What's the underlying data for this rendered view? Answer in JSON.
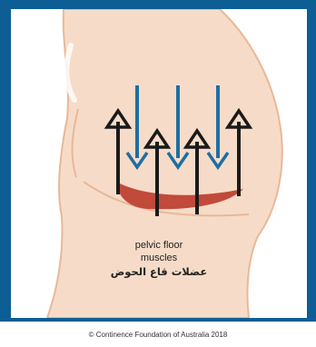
{
  "diagram": {
    "label_line1": "pelvic floor",
    "label_line2": "muscles",
    "label_arabic": "عضلات قاع الحوض",
    "colors": {
      "frame": "#0d5e94",
      "body_fill": "#f6dcc8",
      "body_outline": "#e8b899",
      "muscle": "#c14a3a",
      "arrow_down": "#1f6ea3",
      "arrow_up": "#1a1a1a"
    }
  },
  "footer": {
    "copyright": "© Continence Foundation of Australia 2018"
  }
}
